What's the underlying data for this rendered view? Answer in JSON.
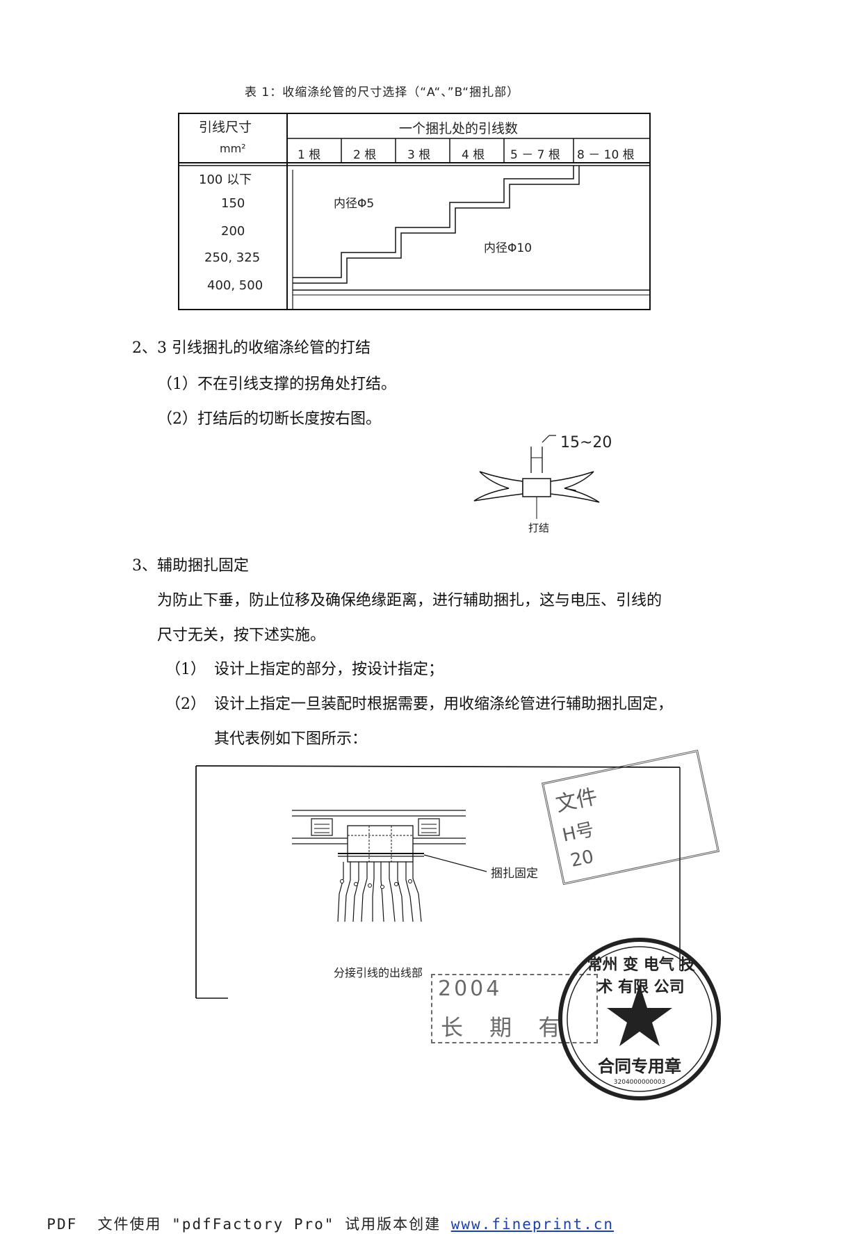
{
  "table": {
    "title": "表 1：收缩涤纶管的尺寸选择（“A“、”B“捆扎部）",
    "header_left_line1": "引线尺寸",
    "header_left_line2": "mm²",
    "header_top": "一个捆扎处的引线数",
    "columns": [
      "1 根",
      "2 根",
      "3 根",
      "4 根",
      "5 － 7 根",
      "8 － 10 根"
    ],
    "rows": [
      "100 以下",
      "150",
      "200",
      "250, 325",
      "400, 500"
    ],
    "label_small": "内径Φ5",
    "label_large": "内径Φ10"
  },
  "section2": {
    "heading": "2、3 引线捆扎的收缩涤纶管的打结",
    "item1": "（1）不在引线支撑的拐角处打结。",
    "item2": "（2）打结后的切断长度按右图。",
    "knot_dim": "15~20",
    "knot_label": "打结"
  },
  "section3": {
    "heading": "3、辅助捆扎固定",
    "para_line1": "为防止下垂，防止位移及确保绝缘距离，进行辅助捆扎，这与电压、引线的",
    "para_line2": "尺寸无关，按下述实施。",
    "item1_num": "（1）",
    "item1_text": "设计上指定的部分，按设计指定；",
    "item2_num": "（2）",
    "item2_text": "设计上指定一旦装配时根据需要，用收缩涤纶管进行辅助捆扎固定，",
    "item2_cont": "其代表例如下图所示："
  },
  "figure": {
    "bind_label": "捆扎固定",
    "caption": "分接引线的出线部"
  },
  "stamps": {
    "doc_stamp_line1": "文件",
    "doc_stamp_line2": "H号",
    "doc_stamp_line3": "20",
    "date_stamp_line1": "2004",
    "date_stamp_line2": "长 期 有",
    "seal_text": "常州 变 电气 技术 有限 公司",
    "seal_bottom": "合同专用章",
    "seal_number": "3204000000003"
  },
  "footer": {
    "text": "PDF  文件使用 \"pdfFactory Pro\" 试用版本创建 ",
    "link": "www.fineprint.cn"
  }
}
